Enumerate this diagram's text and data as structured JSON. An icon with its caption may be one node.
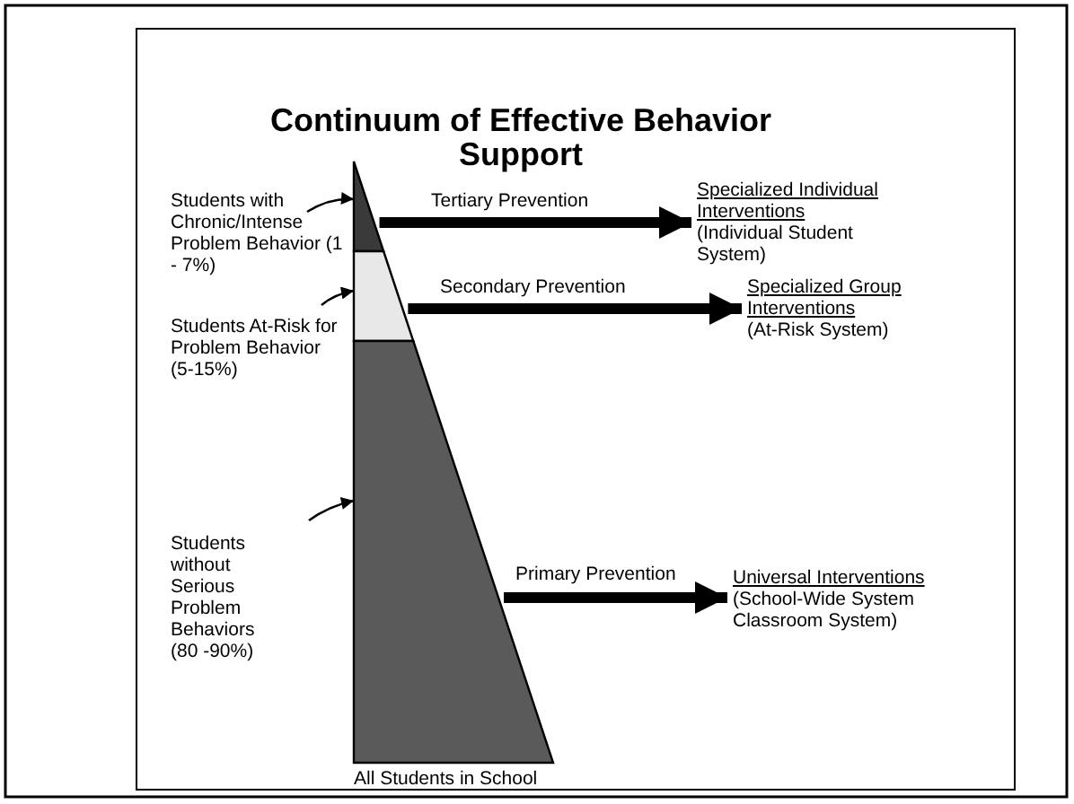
{
  "diagram": {
    "title": "Continuum of Effective Behavior Support",
    "nodes": [
      {
        "text": [
          "Students with Chronic/Intense Problem Behavior (1 - 7%)"
        ]
      },
      {
        "text": [
          "Students At-Risk for Problem Behavior (5-15%)"
        ]
      },
      {
        "text": [
          "Students without Serious Problem Behaviors (80 -90%)"
        ]
      },
      {
        "text": [],
        "shape": "triangle"
      },
      {
        "text": [],
        "shape": "band"
      },
      {
        "text": [],
        "shape": "band",
        "beside": [
          "All Students in School"
        ]
      },
      {
        "text": [
          "Specialized Individual Interventions",
          "(Individual Student System)"
        ]
      },
      {
        "text": [
          "Specialized Group Interventions",
          "(At-Risk System)"
        ]
      },
      {
        "text": [
          "Universal Interventions",
          "(School-Wide System Classroom System)"
        ]
      }
    ],
    "edges": [
      {
        "from": 0,
        "to": 3,
        "arrow": "to"
      },
      {
        "from": 1,
        "to": 4,
        "arrow": "to"
      },
      {
        "from": 2,
        "to": 5,
        "arrow": "to"
      },
      {
        "from": 3,
        "to": 6,
        "arrow": "to",
        "label": "Tertiary Prevention",
        "style": "thick"
      },
      {
        "from": 4,
        "to": 7,
        "arrow": "to",
        "label": "Secondary Prevention",
        "style": "thick"
      },
      {
        "from": 5,
        "to": 8,
        "arrow": "to",
        "label": "Primary Prevention",
        "style": "thick"
      }
    ]
  }
}
